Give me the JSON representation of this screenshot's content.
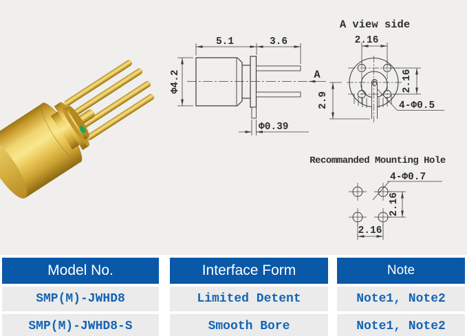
{
  "page": {
    "background": "#f0efed",
    "line_color": "#3c3c3c"
  },
  "photo": {
    "description": "gold SMP connector 3D render",
    "gold_main": "#edc95c",
    "gold_light": "#f8e78f",
    "gold_dark": "#8d6812",
    "green_accent": "#21a25d"
  },
  "side_view": {
    "dim_body_length": "5.1",
    "dim_pin_length": "3.6",
    "dim_body_diameter": "Φ4.2",
    "dim_pin_diameter": "Φ0.39",
    "section_label": "A"
  },
  "a_view": {
    "title": "A view side",
    "dim_hole_pitch_top": "2.16",
    "dim_hole_pitch_right": "2.16",
    "dim_center_pin": "2.9",
    "holes_note": "4-Φ0.5"
  },
  "mounting": {
    "title": "Recommanded Mounting Hole",
    "holes_note": "4-Φ0.7",
    "dim_pitch_vertical": "2.16",
    "dim_pitch_horizontal": "2.16"
  },
  "table": {
    "headers": [
      "Model No.",
      "Interface Form",
      "Note"
    ],
    "rows": [
      {
        "model": "SMP(M)-JWHD8",
        "interface": "Limited Detent",
        "note": "Note1, Note2"
      },
      {
        "model": "SMP(M)-JWHD8-S",
        "interface": "Smooth Bore",
        "note": "Note1, Note2"
      }
    ],
    "colors": {
      "header_bg": "#0a58a8",
      "header_text": "#ffffff",
      "row_bg": "#ebebeb",
      "row_text": "#1464b4"
    }
  }
}
